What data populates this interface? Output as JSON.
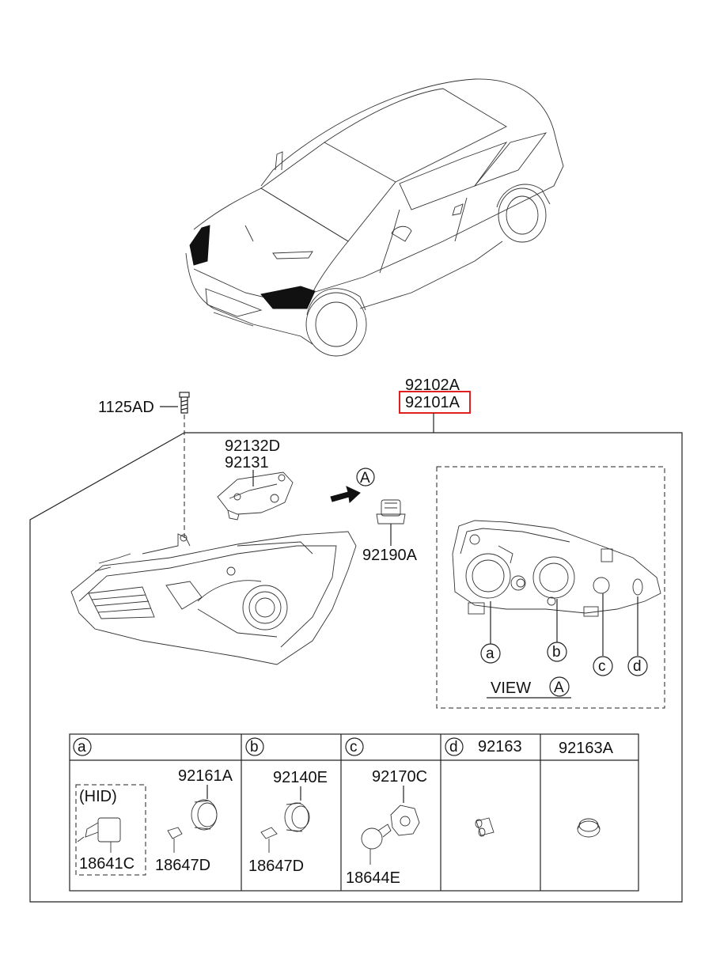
{
  "parts": {
    "p1125ad": "1125AD",
    "p92102a": "92102A",
    "p92101a": "92101A",
    "p92132d": "92132D",
    "p92131": "92131",
    "p92190a": "92190A"
  },
  "callouts": {
    "a": "a",
    "b": "b",
    "c": "c",
    "d": "d",
    "A": "A"
  },
  "view": {
    "label": "VIEW"
  },
  "table": {
    "headers": {
      "a": "a",
      "b": "b",
      "c": "c",
      "d": "d"
    },
    "d_part": "92163",
    "extra_part": "92163A",
    "hid_label": "(HID)",
    "a_bulb": "18641C",
    "a_socket": "92161A",
    "a_small": "18647D",
    "b_socket": "92140E",
    "b_small": "18647D",
    "c_socket": "92170C",
    "c_bulb": "18644E"
  },
  "highlight_color": "#e02020"
}
